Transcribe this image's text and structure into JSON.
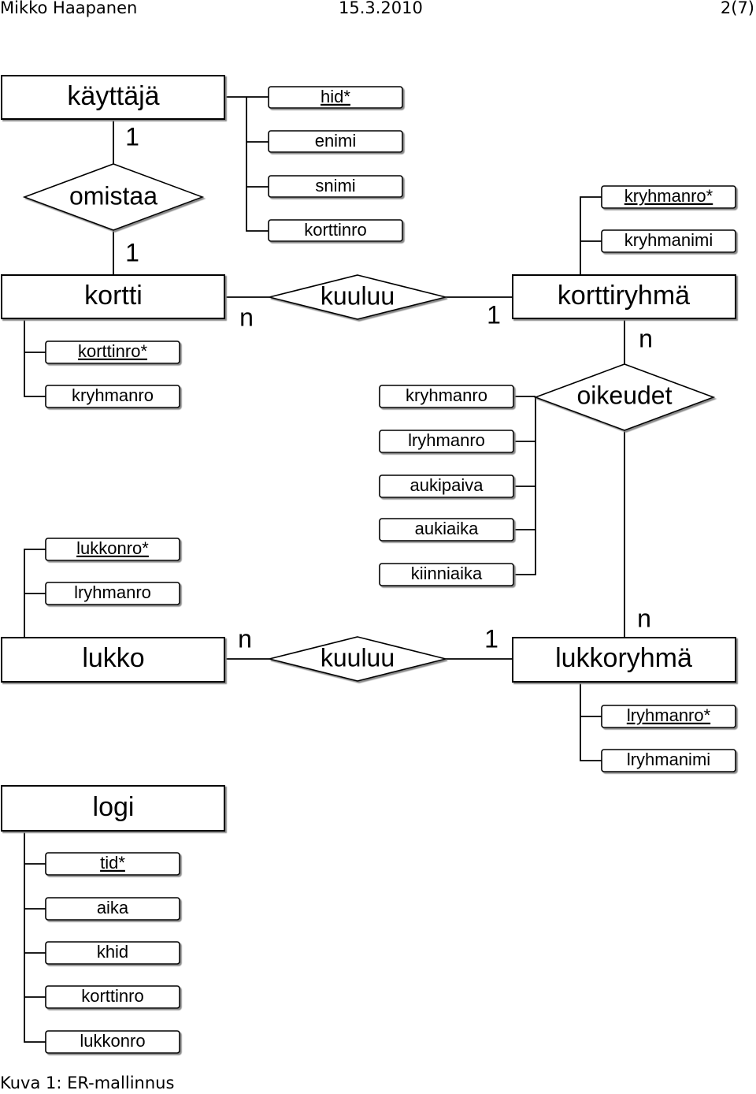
{
  "header": {
    "author": "Mikko Haapanen",
    "date": "15.3.2010",
    "page": "2(7)"
  },
  "caption": "Kuva 1: ER-mallinnus",
  "entities": {
    "kayttaja": {
      "name": "käyttäjä",
      "attrs": [
        "hid*",
        "enimi",
        "snimi",
        "korttinro"
      ]
    },
    "kortti": {
      "name": "kortti",
      "attrs": [
        "korttinro*",
        "kryhmanro"
      ]
    },
    "korttiryhma": {
      "name": "korttiryhmä",
      "attrs": [
        "kryhmanro*",
        "kryhmanimi"
      ]
    },
    "lukko": {
      "name": "lukko",
      "attrs": [
        "lukkonro*",
        "lryhmanro"
      ]
    },
    "lukkoryhma": {
      "name": "lukkoryhmä",
      "attrs": [
        "lryhmanro*",
        "lryhmanimi"
      ]
    },
    "logi": {
      "name": "logi",
      "attrs": [
        "tid*",
        "aika",
        "khid",
        "korttinro",
        "lukkonro"
      ]
    }
  },
  "relationships": {
    "omistaa": {
      "name": "omistaa",
      "card_a": "1",
      "card_b": "1"
    },
    "kuuluu1": {
      "name": "kuuluu",
      "card_a": "n",
      "card_b": "1"
    },
    "oikeudet": {
      "name": "oikeudet",
      "card_a": "n",
      "card_b": "n",
      "attrs": [
        "kryhmanro",
        "lryhmanro",
        "aukipaiva",
        "aukiaika",
        "kiinniaika"
      ]
    },
    "kuuluu2": {
      "name": "kuuluu",
      "card_a": "n",
      "card_b": "1"
    }
  }
}
